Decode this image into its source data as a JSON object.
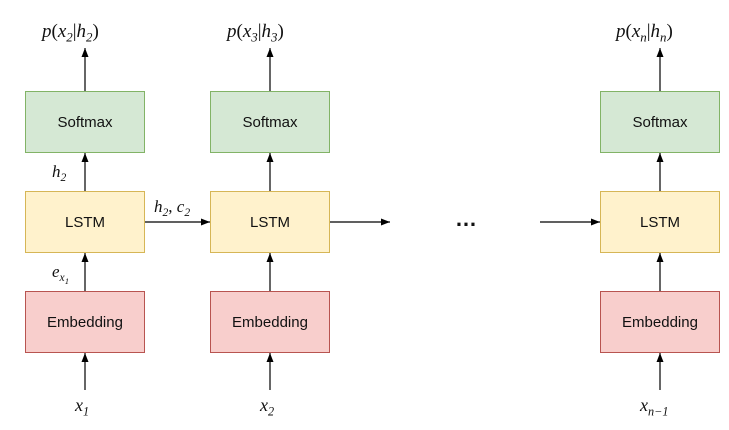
{
  "columns": [
    {
      "output": {
        "fn": "p",
        "x": "x",
        "x_sub": "2",
        "h": "h",
        "h_sub": "2"
      },
      "softmax_label": "Softmax",
      "lstm_label": "LSTM",
      "embedding_label": "Embedding",
      "hidden_label": {
        "base": "h",
        "sub": "2"
      },
      "embed_label": {
        "base": "e",
        "sub": "x",
        "subsub": "1"
      },
      "input": {
        "base": "x",
        "sub": "1"
      }
    },
    {
      "output": {
        "fn": "p",
        "x": "x",
        "x_sub": "3",
        "h": "h",
        "h_sub": "3"
      },
      "softmax_label": "Softmax",
      "lstm_label": "LSTM",
      "embedding_label": "Embedding",
      "input": {
        "base": "x",
        "sub": "2"
      }
    },
    {
      "output": {
        "fn": "p",
        "x": "x",
        "x_sub": "n",
        "h": "h",
        "h_sub": "n"
      },
      "softmax_label": "Softmax",
      "lstm_label": "LSTM",
      "embedding_label": "Embedding",
      "input": {
        "base": "x",
        "sub": "n−1"
      }
    }
  ],
  "state_label": {
    "h": "h",
    "h_sub": "2",
    "sep": ",",
    "c": "c",
    "c_sub": "2"
  },
  "ellipsis": "…"
}
